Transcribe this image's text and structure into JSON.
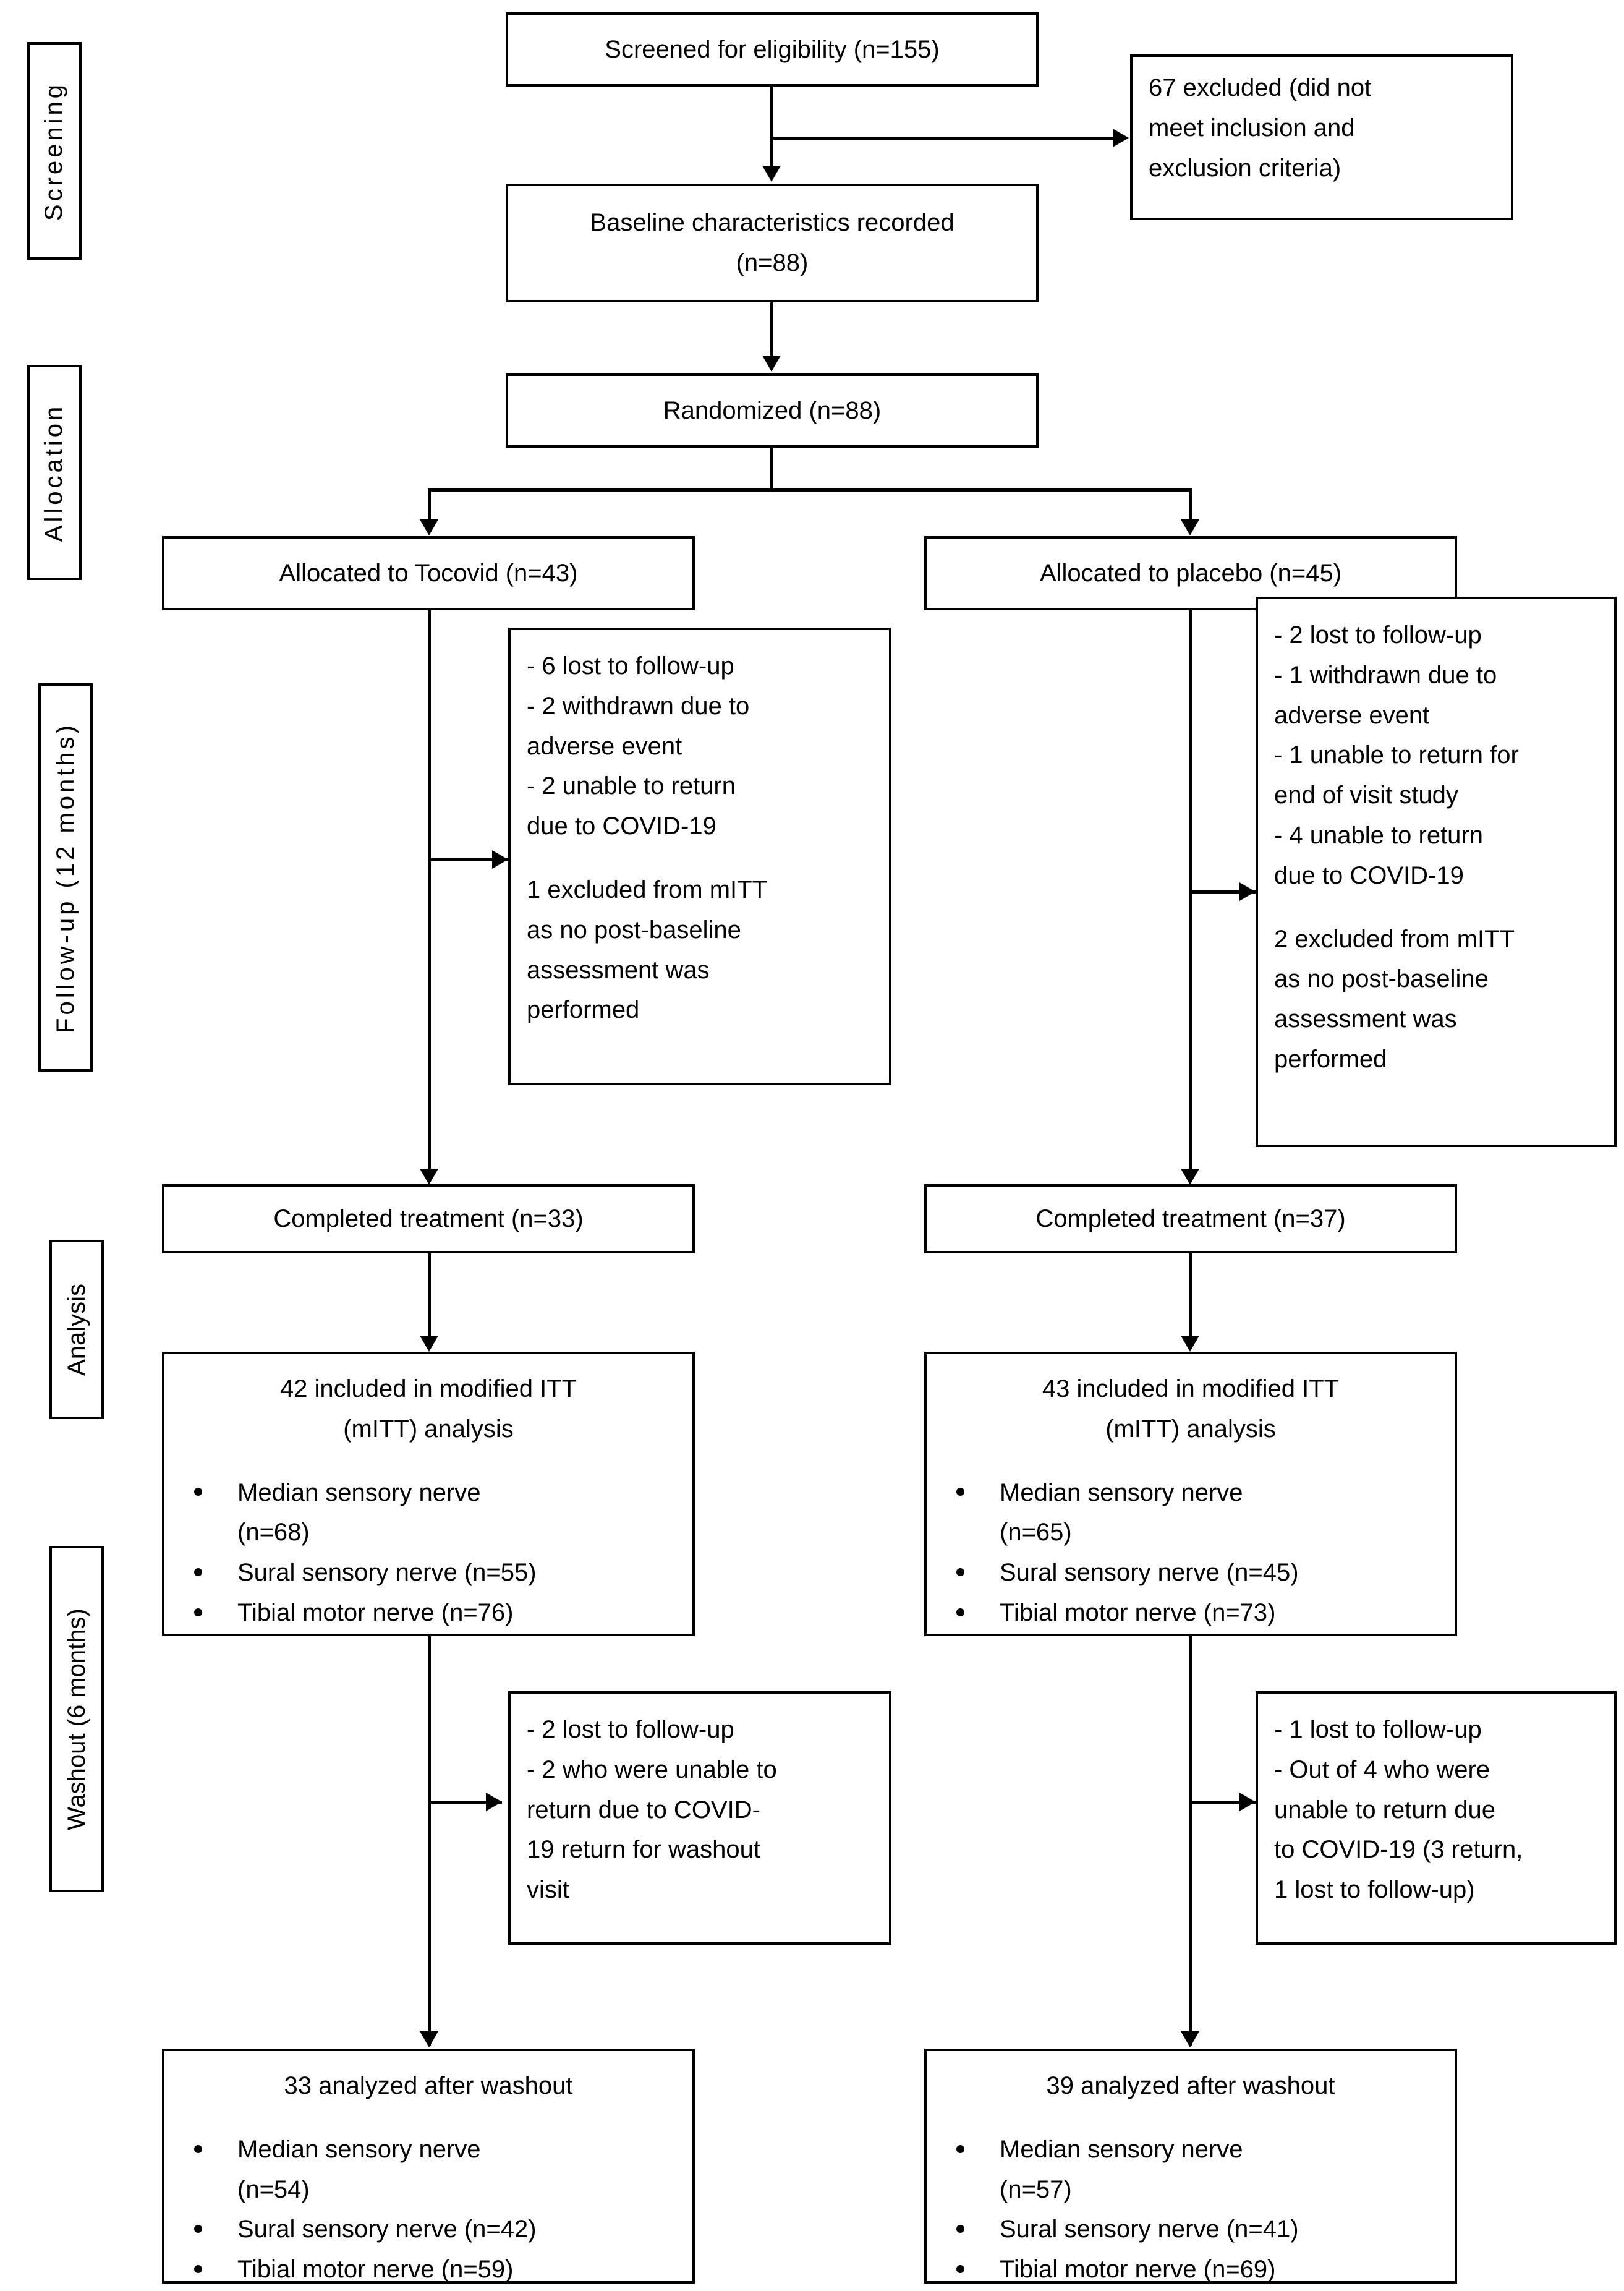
{
  "diagram": {
    "title": "CONSORT participant flow diagram",
    "stages": [
      {
        "id": "screening",
        "label": "Screening"
      },
      {
        "id": "allocation",
        "label": "Allocation"
      },
      {
        "id": "followup",
        "label": "Follow-up (12 months)"
      },
      {
        "id": "analysis",
        "label": "Analysis"
      },
      {
        "id": "washout",
        "label": "Washout (6 months)"
      }
    ],
    "nodes": {
      "screened": {
        "text": "Screened for eligibility (n=155)"
      },
      "excluded": {
        "lines": [
          "67 excluded (did not",
          "meet inclusion and",
          "exclusion criteria)"
        ]
      },
      "baseline": {
        "lines": [
          "Baseline characteristics recorded",
          "(n=88)"
        ]
      },
      "randomized": {
        "text": "Randomized (n=88)"
      },
      "alloc_tocovid": {
        "text": "Allocated to Tocovid (n=43)"
      },
      "alloc_placebo": {
        "text": "Allocated to placebo (n=45)"
      },
      "followup_tocovid": {
        "lines": [
          "- 6 lost to follow-up",
          "- 2 withdrawn due to",
          "adverse event",
          "- 2 unable to return",
          "due to COVID-19"
        ],
        "lines2": [
          "1 excluded from mITT",
          "as no post-baseline",
          "assessment was",
          "performed"
        ]
      },
      "followup_placebo": {
        "lines": [
          "- 2 lost to follow-up",
          "- 1 withdrawn due to",
          "adverse event",
          "- 1 unable to return for",
          "end of visit study",
          "- 4 unable to return",
          "due to COVID-19"
        ],
        "lines2": [
          "2 excluded from mITT",
          "as no post-baseline",
          "assessment was",
          "performed"
        ]
      },
      "completed_tocovid": {
        "text": "Completed treatment (n=33)"
      },
      "completed_placebo": {
        "text": "Completed treatment (n=37)"
      },
      "mitt_tocovid": {
        "header_line1": "42 included in modified ITT",
        "header_line2": "(mITT) analysis",
        "bullets": [
          [
            "Median sensory nerve",
            "(n=68)"
          ],
          [
            "Sural sensory nerve (n=55)"
          ],
          [
            "Tibial motor nerve (n=76)"
          ]
        ]
      },
      "mitt_placebo": {
        "header_line1": "43 included in modified ITT",
        "header_line2": "(mITT) analysis",
        "bullets": [
          [
            "Median sensory nerve",
            "(n=65)"
          ],
          [
            "Sural sensory nerve (n=45)"
          ],
          [
            "Tibial motor nerve (n=73)"
          ]
        ]
      },
      "washout_tocovid": {
        "lines": [
          "- 2 lost to follow-up",
          "- 2 who were unable to",
          "return due to COVID-",
          "19 return for washout",
          "visit"
        ]
      },
      "washout_placebo": {
        "lines": [
          "- 1 lost to follow-up",
          "- Out of 4 who were",
          "unable to return due",
          "to COVID-19 (3 return,",
          "1 lost to follow-up)"
        ]
      },
      "analyzed_tocovid": {
        "header_line1": "33 analyzed after washout",
        "bullets": [
          [
            "Median sensory nerve",
            "(n=54)"
          ],
          [
            "Sural sensory nerve (n=42)"
          ],
          [
            "Tibial motor nerve (n=59)"
          ]
        ]
      },
      "analyzed_placebo": {
        "header_line1": "39 analyzed after washout",
        "bullets": [
          [
            "Median sensory nerve",
            "(n=57)"
          ],
          [
            "Sural sensory nerve (n=41)"
          ],
          [
            "Tibial motor nerve (n=69)"
          ]
        ]
      }
    },
    "colors": {
      "stroke": "#000000",
      "background": "#ffffff",
      "text": "#000000"
    }
  },
  "chart_data": {
    "type": "diagram",
    "title": "CONSORT participant flow diagram",
    "flow": [
      {
        "stage": "Screening",
        "node": "Screened for eligibility",
        "n": 155
      },
      {
        "stage": "Screening",
        "node": "Excluded (did not meet inclusion and exclusion criteria)",
        "n": 67
      },
      {
        "stage": "Screening",
        "node": "Baseline characteristics recorded",
        "n": 88
      },
      {
        "stage": "Allocation",
        "node": "Randomized",
        "n": 88
      },
      {
        "stage": "Allocation",
        "node": "Allocated to Tocovid",
        "n": 43
      },
      {
        "stage": "Allocation",
        "node": "Allocated to placebo",
        "n": 45
      },
      {
        "stage": "Follow-up (12 months)",
        "node": "Tocovid lost to follow-up",
        "n": 6
      },
      {
        "stage": "Follow-up (12 months)",
        "node": "Tocovid withdrawn due to adverse event",
        "n": 2
      },
      {
        "stage": "Follow-up (12 months)",
        "node": "Tocovid unable to return due to COVID-19",
        "n": 2
      },
      {
        "stage": "Follow-up (12 months)",
        "node": "Tocovid excluded from mITT (no post-baseline assessment)",
        "n": 1
      },
      {
        "stage": "Follow-up (12 months)",
        "node": "Placebo lost to follow-up",
        "n": 2
      },
      {
        "stage": "Follow-up (12 months)",
        "node": "Placebo withdrawn due to adverse event",
        "n": 1
      },
      {
        "stage": "Follow-up (12 months)",
        "node": "Placebo unable to return for end of visit study",
        "n": 1
      },
      {
        "stage": "Follow-up (12 months)",
        "node": "Placebo unable to return due to COVID-19",
        "n": 4
      },
      {
        "stage": "Follow-up (12 months)",
        "node": "Placebo excluded from mITT (no post-baseline assessment)",
        "n": 2
      },
      {
        "stage": "Follow-up (12 months)",
        "node": "Tocovid completed treatment",
        "n": 33
      },
      {
        "stage": "Follow-up (12 months)",
        "node": "Placebo completed treatment",
        "n": 37
      },
      {
        "stage": "Analysis",
        "node": "Tocovid included in mITT analysis",
        "n": 42
      },
      {
        "stage": "Analysis",
        "node": "Tocovid mITT median sensory nerve",
        "n": 68
      },
      {
        "stage": "Analysis",
        "node": "Tocovid mITT sural sensory nerve",
        "n": 55
      },
      {
        "stage": "Analysis",
        "node": "Tocovid mITT tibial motor nerve",
        "n": 76
      },
      {
        "stage": "Analysis",
        "node": "Placebo included in mITT analysis",
        "n": 43
      },
      {
        "stage": "Analysis",
        "node": "Placebo mITT median sensory nerve",
        "n": 65
      },
      {
        "stage": "Analysis",
        "node": "Placebo mITT sural sensory nerve",
        "n": 45
      },
      {
        "stage": "Analysis",
        "node": "Placebo mITT tibial motor nerve",
        "n": 73
      },
      {
        "stage": "Washout (6 months)",
        "node": "Tocovid lost to follow-up at washout",
        "n": 2
      },
      {
        "stage": "Washout (6 months)",
        "node": "Tocovid unable to return due to COVID-19 but returned for washout visit",
        "n": 2
      },
      {
        "stage": "Washout (6 months)",
        "node": "Placebo lost to follow-up at washout",
        "n": 1
      },
      {
        "stage": "Washout (6 months)",
        "node": "Placebo out of 4 unable to return due to COVID-19 (3 returned, 1 lost to follow-up)",
        "n": 4
      },
      {
        "stage": "Washout (6 months)",
        "node": "Tocovid analyzed after washout",
        "n": 33
      },
      {
        "stage": "Washout (6 months)",
        "node": "Tocovid washout median sensory nerve",
        "n": 54
      },
      {
        "stage": "Washout (6 months)",
        "node": "Tocovid washout sural sensory nerve",
        "n": 42
      },
      {
        "stage": "Washout (6 months)",
        "node": "Tocovid washout tibial motor nerve",
        "n": 59
      },
      {
        "stage": "Washout (6 months)",
        "node": "Placebo analyzed after washout",
        "n": 39
      },
      {
        "stage": "Washout (6 months)",
        "node": "Placebo washout median sensory nerve",
        "n": 57
      },
      {
        "stage": "Washout (6 months)",
        "node": "Placebo washout sural sensory nerve",
        "n": 41
      },
      {
        "stage": "Washout (6 months)",
        "node": "Placebo washout tibial motor nerve",
        "n": 69
      }
    ]
  }
}
